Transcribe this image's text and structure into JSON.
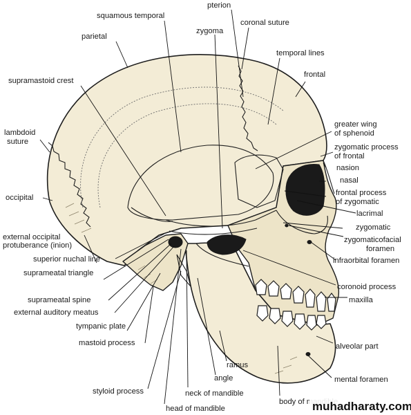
{
  "diagram": {
    "labels": {
      "squamous_temporal": "squamous temporal",
      "pterion": "pterion",
      "coronal_suture": "coronal suture",
      "parietal": "parietal",
      "zygoma": "zygoma",
      "temporal_lines": "temporal lines",
      "frontal": "frontal",
      "supramastoid_crest": "supramastoid crest",
      "greater_wing_1": "greater wing",
      "greater_wing_2": "of sphenoid",
      "lambdoid_1": "lambdoid",
      "lambdoid_2": "suture",
      "zyg_proc_frontal_1": "zygomatic process",
      "zyg_proc_frontal_2": "of frontal",
      "nasion": "nasion",
      "nasal": "nasal",
      "occipital": "occipital",
      "frontal_proc_zyg_1": "frontal process",
      "frontal_proc_zyg_2": "of zygomatic",
      "lacrimal": "lacrimal",
      "zygomatic": "zygomatic",
      "ext_occ_1": "external occipital",
      "ext_occ_2": "protuberance (inion)",
      "zygomaticofacial_1": "zygomaticofacial",
      "zygomaticofacial_2": "foramen",
      "infraorbital": "infraorbital foramen",
      "superior_nuchal": "superior nuchal line",
      "suprameatal_triangle": "suprameatal triangle",
      "coronoid": "coronoid process",
      "suprameatal_spine": "suprameatal spine",
      "maxilla": "maxilla",
      "ext_auditory": "external auditory meatus",
      "tympanic_plate": "tympanic plate",
      "mastoid": "mastoid process",
      "alveolar": "alveolar part",
      "ramus": "ramus",
      "angle": "angle",
      "mental_foramen": "mental foramen",
      "styloid": "styloid process",
      "neck_mandible": "neck of mandible",
      "body_mandible": "body of mandible",
      "head_mandible": "head of mandible"
    }
  },
  "watermark": "muhadharaty.com"
}
